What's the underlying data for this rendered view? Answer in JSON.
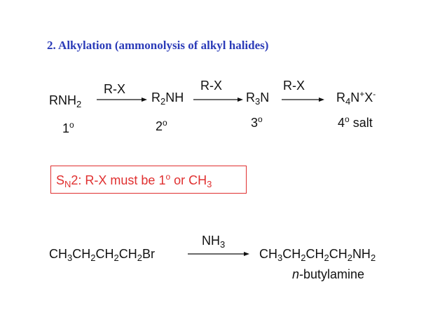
{
  "section_title": "2.  Alkylation (ammonolysis of alkyl halides)",
  "scheme": {
    "reagent_label": "R-X",
    "species": [
      {
        "main": "RNH",
        "sub": "2",
        "rest": "",
        "degree_num": "1",
        "degree_sup": "o",
        "degree_suffix": ""
      },
      {
        "main": "R",
        "sub": "2",
        "rest": "NH",
        "degree_num": "2",
        "degree_sup": "o",
        "degree_suffix": ""
      },
      {
        "main": "R",
        "sub": "3",
        "rest": "N",
        "degree_num": "3",
        "degree_sup": "o",
        "degree_suffix": ""
      },
      {
        "main": "R",
        "sub": "4",
        "rest": "N",
        "charge_plus": "+",
        "anion": "X",
        "charge_minus": "-",
        "degree_num": "4",
        "degree_sup": "o",
        "degree_suffix": " salt"
      }
    ]
  },
  "sn2_note": {
    "s": "S",
    "n": "N",
    "text1": "2: R-X must be 1",
    "sup_o": "o",
    "text2": " or CH",
    "sub_3": "3",
    "border_color": "#e03030"
  },
  "example": {
    "reagent": "NH",
    "reagent_sub": "3",
    "reactant_parts": [
      "CH",
      "3",
      "CH",
      "2",
      "CH",
      "2",
      "CH",
      "2",
      "Br"
    ],
    "product_parts": [
      "CH",
      "3",
      "CH",
      "2",
      "CH",
      "2",
      "CH",
      "2",
      "NH",
      "2"
    ],
    "product_prefix_italic": "n",
    "product_name_rest": "-butylamine"
  }
}
